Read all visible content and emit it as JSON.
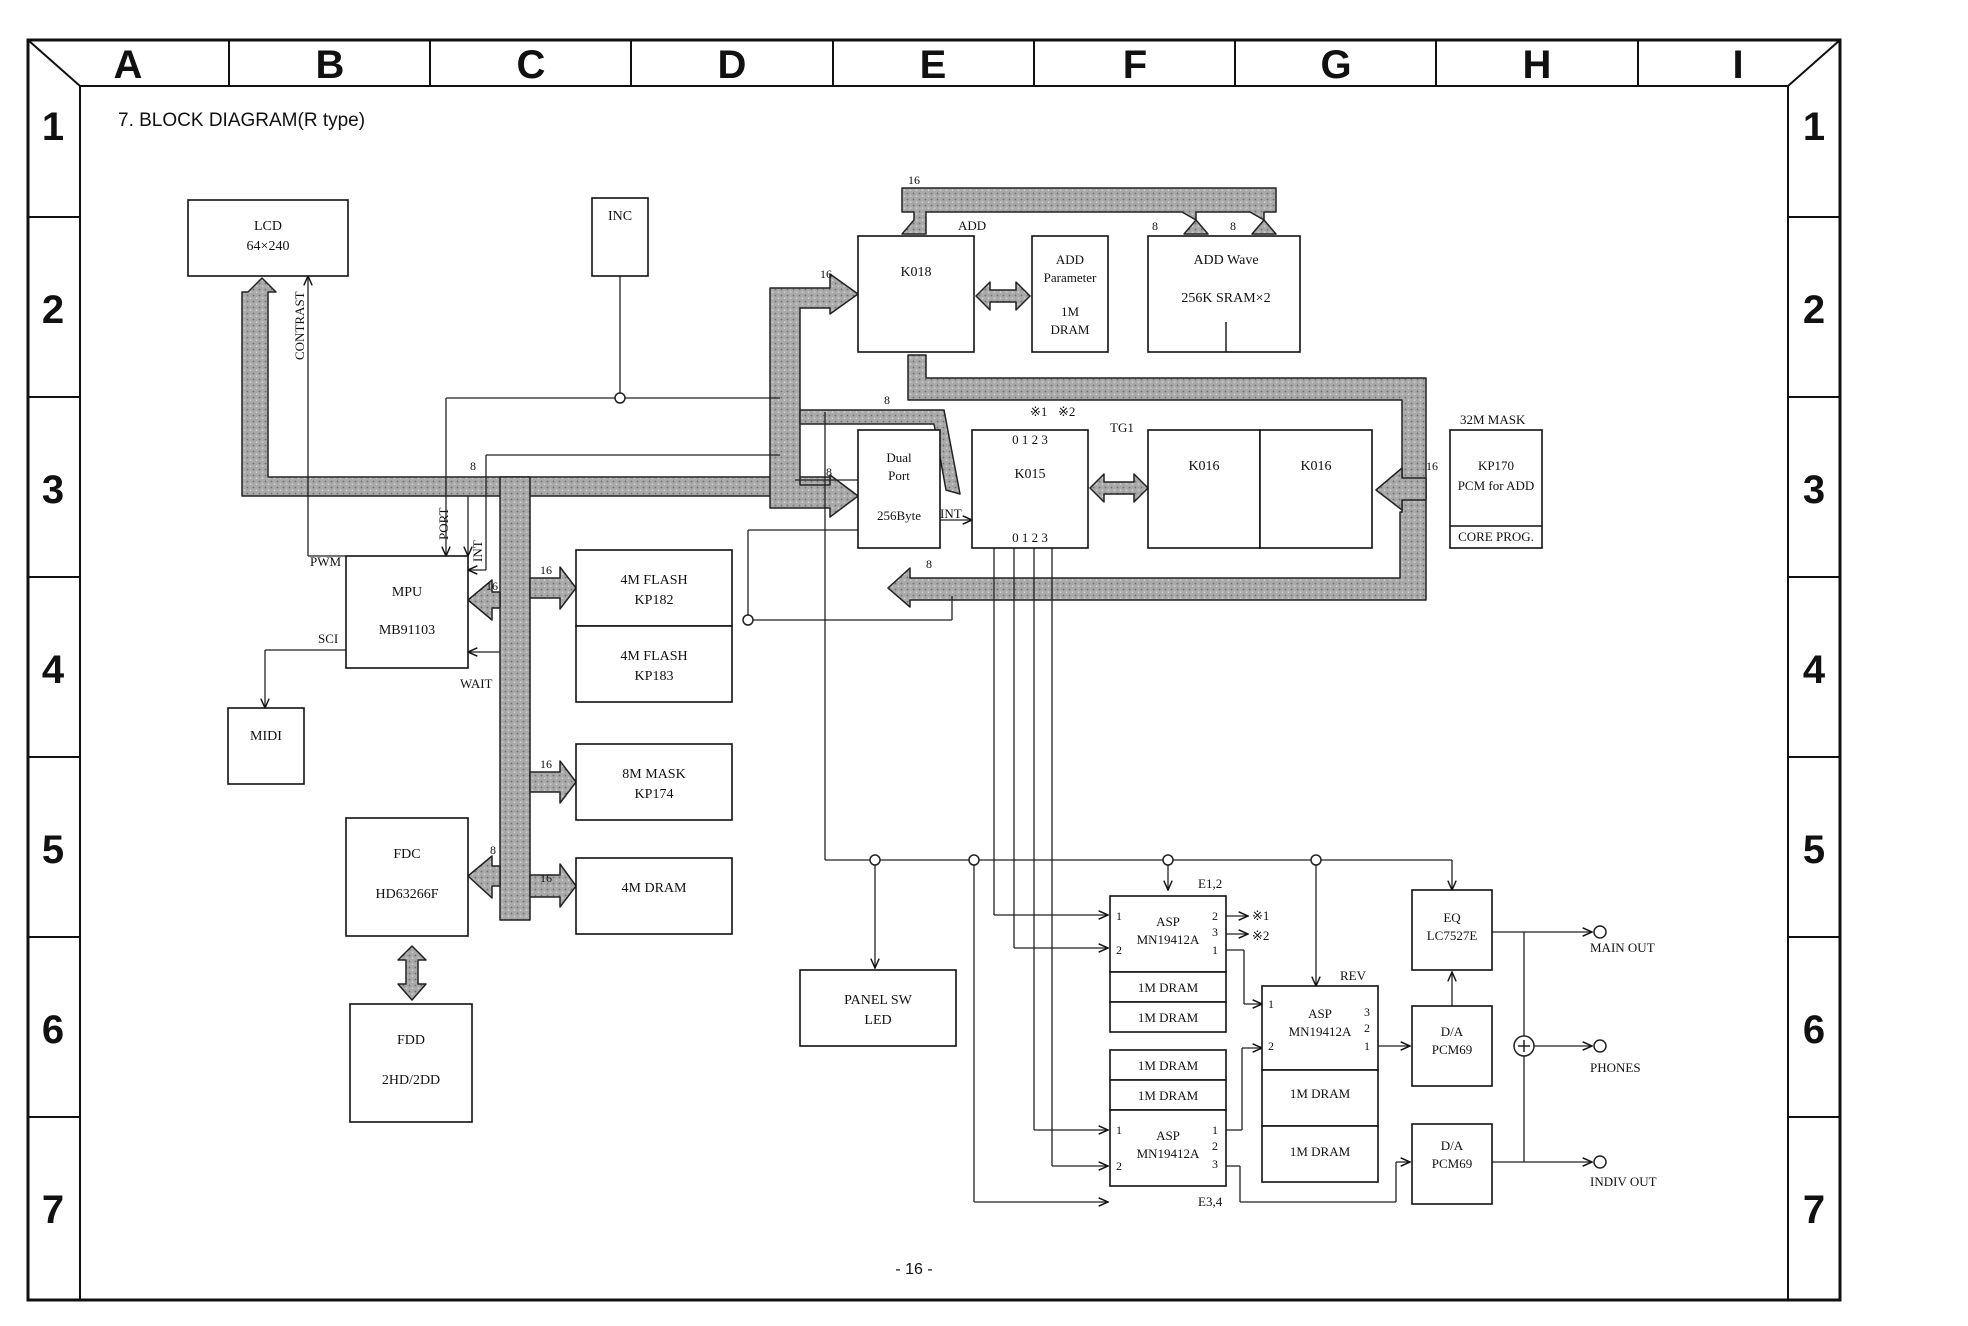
{
  "page": {
    "title": "7.   BLOCK DIAGRAM(R type)",
    "page_number": "- 16 -"
  },
  "grid": {
    "columns": [
      "A",
      "B",
      "C",
      "D",
      "E",
      "F",
      "G",
      "H",
      "I"
    ],
    "rows": [
      "1",
      "2",
      "3",
      "4",
      "5",
      "6",
      "7"
    ]
  },
  "blocks": {
    "lcd": [
      "LCD",
      "64×240"
    ],
    "inc": [
      "INC"
    ],
    "mpu": [
      "MPU",
      "MB91103"
    ],
    "midi": [
      "MIDI"
    ],
    "fdc": [
      "FDC",
      "HD63266F"
    ],
    "fdd": [
      "FDD",
      "2HD/2DD"
    ],
    "flash1": [
      "4M FLASH",
      "KP182"
    ],
    "flash2": [
      "4M FLASH",
      "KP183"
    ],
    "mask8": [
      "8M MASK",
      "KP174"
    ],
    "dram4": [
      "4M DRAM"
    ],
    "k018": [
      "K018"
    ],
    "addparam": [
      "ADD",
      "Parameter",
      "1M",
      "DRAM"
    ],
    "addwave": [
      "ADD Wave",
      "256K SRAM×2"
    ],
    "dualport": [
      "Dual",
      "Port",
      "256Byte"
    ],
    "k015": [
      "K015"
    ],
    "k016a": [
      "K016"
    ],
    "k016b": [
      "K016"
    ],
    "kp170": [
      "KP170",
      "PCM for ADD"
    ],
    "coreprog": [
      "CORE PROG."
    ],
    "panelsw": [
      "PANEL SW",
      "LED"
    ],
    "asp1": [
      "ASP",
      "MN19412A"
    ],
    "asp1_dram1": [
      "1M DRAM"
    ],
    "asp1_dram2": [
      "1M DRAM"
    ],
    "asp2_dram1": [
      "1M DRAM"
    ],
    "asp2_dram2": [
      "1M DRAM"
    ],
    "asp2": [
      "ASP",
      "MN19412A"
    ],
    "asp3": [
      "ASP",
      "MN19412A"
    ],
    "asp3_dram1": [
      "1M DRAM"
    ],
    "asp3_dram2": [
      "1M DRAM"
    ],
    "eq": [
      "EQ",
      "LC7527E"
    ],
    "da1": [
      "D/A",
      "PCM69"
    ],
    "da2": [
      "D/A",
      "PCM69"
    ]
  },
  "labels": {
    "contrast": "CONTRAST",
    "pwm": "PWM",
    "sci": "SCI",
    "port": "PORT",
    "int": "INT",
    "int2": "INT",
    "wait": "WAIT",
    "add": "ADD",
    "tg1": "TG1",
    "mask32m": "32M MASK",
    "e12": "E1,2",
    "e34": "E3,4",
    "rev": "REV",
    "main_out": "MAIN OUT",
    "phones": "PHONES",
    "indiv_out": "INDIV OUT",
    "k015_top_pins": "0   1   2   3",
    "k015_bot_pins": "0   1   2   3",
    "note1": "※1",
    "note2": "※2",
    "out_note1": "※1",
    "out_note2": "※2",
    "bus16": "16",
    "bus8": "8"
  }
}
